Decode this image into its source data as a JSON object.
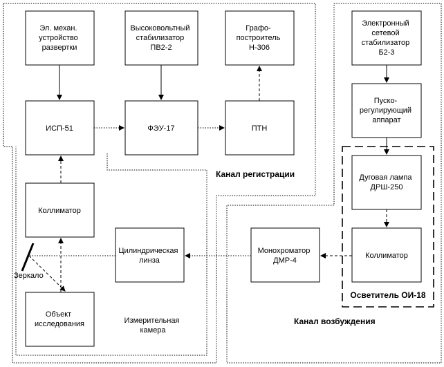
{
  "boxes": {
    "sweep": [
      "Эл. механ.",
      "устройство",
      "развертки"
    ],
    "hv": [
      "Высоковольтный",
      "стабилизатор",
      "ПВ2-2"
    ],
    "plotter": [
      "Графо-",
      "построитель",
      "Н-306"
    ],
    "isp": [
      "ИСП-51"
    ],
    "feu": [
      "ФЭУ-17"
    ],
    "ptn": [
      "ПТН"
    ],
    "esstab": [
      "Электронный",
      "сетевой",
      "стабилизатор",
      "Б2-3"
    ],
    "start": [
      "Пуско-",
      "регулирующий",
      "аппарат"
    ],
    "lamp": [
      "Дуговая лампа",
      "ДРШ-250"
    ],
    "coll_l": [
      "Коллиматор"
    ],
    "coll_r": [
      "Коллиматор"
    ],
    "cyl": [
      "Цилиндрическая",
      "линза"
    ],
    "mono": [
      "Монохроматор",
      "ДМР-4"
    ],
    "object": [
      "Объект",
      "исследования"
    ]
  },
  "labels": {
    "registration_channel": "Канал регистрации",
    "excitation_channel": "Канал возбуждения",
    "illuminator": "Осветитель ОИ-18",
    "measuring_chamber": [
      "Измерительная",
      "камера"
    ],
    "mirror": "Зеркало"
  }
}
